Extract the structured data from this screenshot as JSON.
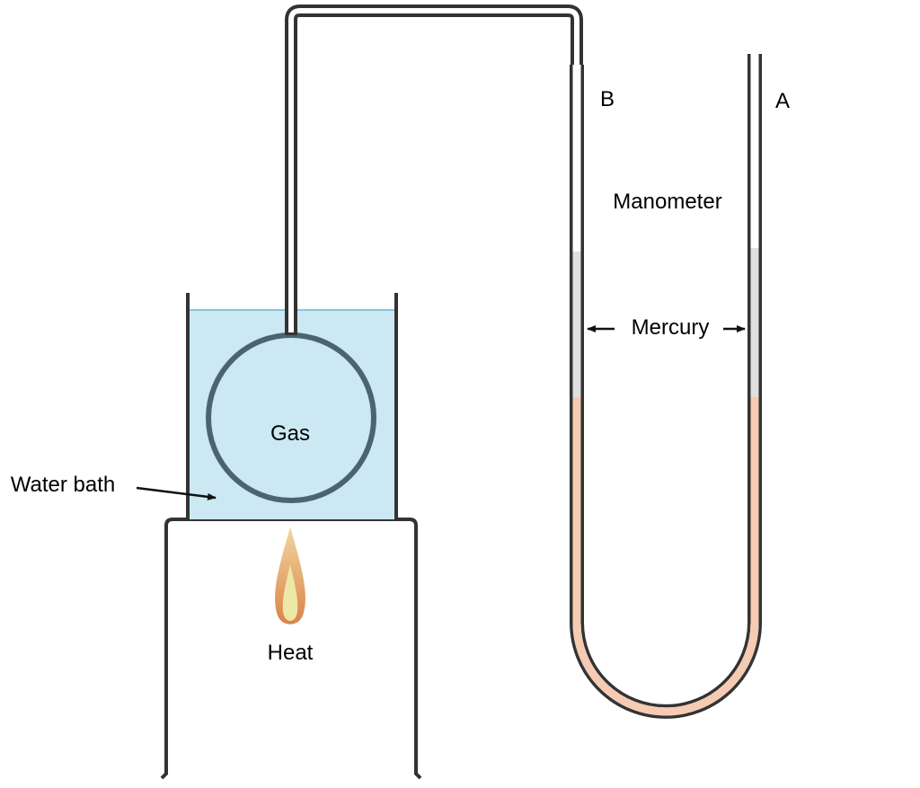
{
  "labels": {
    "gas": "Gas",
    "water_bath": "Water bath",
    "heat": "Heat",
    "manometer": "Manometer",
    "mercury": "Mercury",
    "arm_a": "A",
    "arm_b": "B"
  },
  "colors": {
    "outline": "#333333",
    "water": "#cbe8f3",
    "water_surface": "#84c6dc",
    "flask_outline": "#4a6470",
    "mercury": "#f5cbb3",
    "tube_fill": "#e0e0e0",
    "flame_outer": "#d9844a",
    "flame_inner": "#eee7a6"
  },
  "icons": {
    "flame": "flame-icon",
    "arrow": "arrow-icon"
  }
}
